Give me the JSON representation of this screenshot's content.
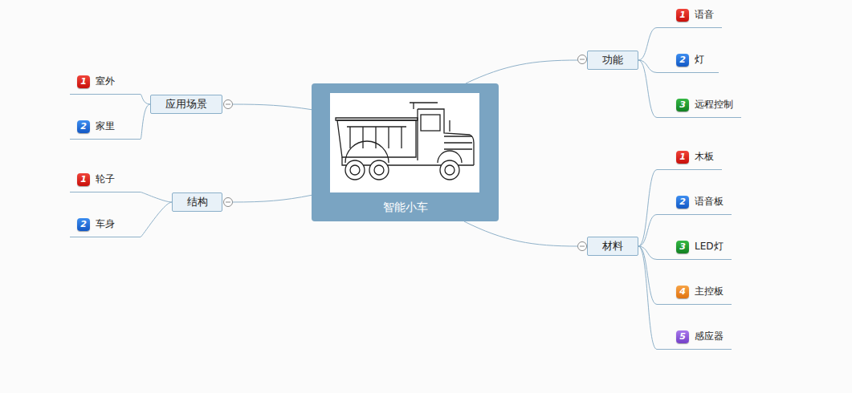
{
  "diagram": {
    "nodes": [
      {
        "text": [
          "智能小车"
        ]
      },
      {
        "text": [
          "功能"
        ]
      },
      {
        "text": [
          "语音"
        ]
      },
      {
        "text": [
          "灯"
        ]
      },
      {
        "text": [
          "远程控制"
        ]
      },
      {
        "text": [
          "应用场景"
        ]
      },
      {
        "text": [
          "室外"
        ]
      },
      {
        "text": [
          "家里"
        ]
      },
      {
        "text": [
          "结构"
        ]
      },
      {
        "text": [
          "轮子"
        ]
      },
      {
        "text": [
          "车身"
        ]
      },
      {
        "text": [
          "材料"
        ]
      },
      {
        "text": [
          "木板"
        ]
      },
      {
        "text": [
          "语音板"
        ]
      },
      {
        "text": [
          "LED灯"
        ]
      },
      {
        "text": [
          "主控板"
        ]
      },
      {
        "text": [
          "感应器"
        ]
      }
    ],
    "edges": [
      {
        "from": 0,
        "to": 1,
        "arrow": "none"
      },
      {
        "from": 1,
        "to": 2,
        "arrow": "none"
      },
      {
        "from": 1,
        "to": 3,
        "arrow": "none"
      },
      {
        "from": 1,
        "to": 4,
        "arrow": "none"
      },
      {
        "from": 0,
        "to": 5,
        "arrow": "none"
      },
      {
        "from": 5,
        "to": 6,
        "arrow": "none"
      },
      {
        "from": 5,
        "to": 7,
        "arrow": "none"
      },
      {
        "from": 0,
        "to": 8,
        "arrow": "none"
      },
      {
        "from": 8,
        "to": 9,
        "arrow": "none"
      },
      {
        "from": 8,
        "to": 10,
        "arrow": "none"
      },
      {
        "from": 0,
        "to": 11,
        "arrow": "none"
      },
      {
        "from": 11,
        "to": 12,
        "arrow": "none"
      },
      {
        "from": 11,
        "to": 13,
        "arrow": "none"
      },
      {
        "from": 11,
        "to": 14,
        "arrow": "none"
      },
      {
        "from": 11,
        "to": 15,
        "arrow": "none"
      },
      {
        "from": 11,
        "to": 16,
        "arrow": "none"
      }
    ],
    "labels": [
      "1",
      "2",
      "3",
      "1",
      "2",
      "1",
      "2",
      "1",
      "2",
      "3",
      "4",
      "5"
    ]
  }
}
